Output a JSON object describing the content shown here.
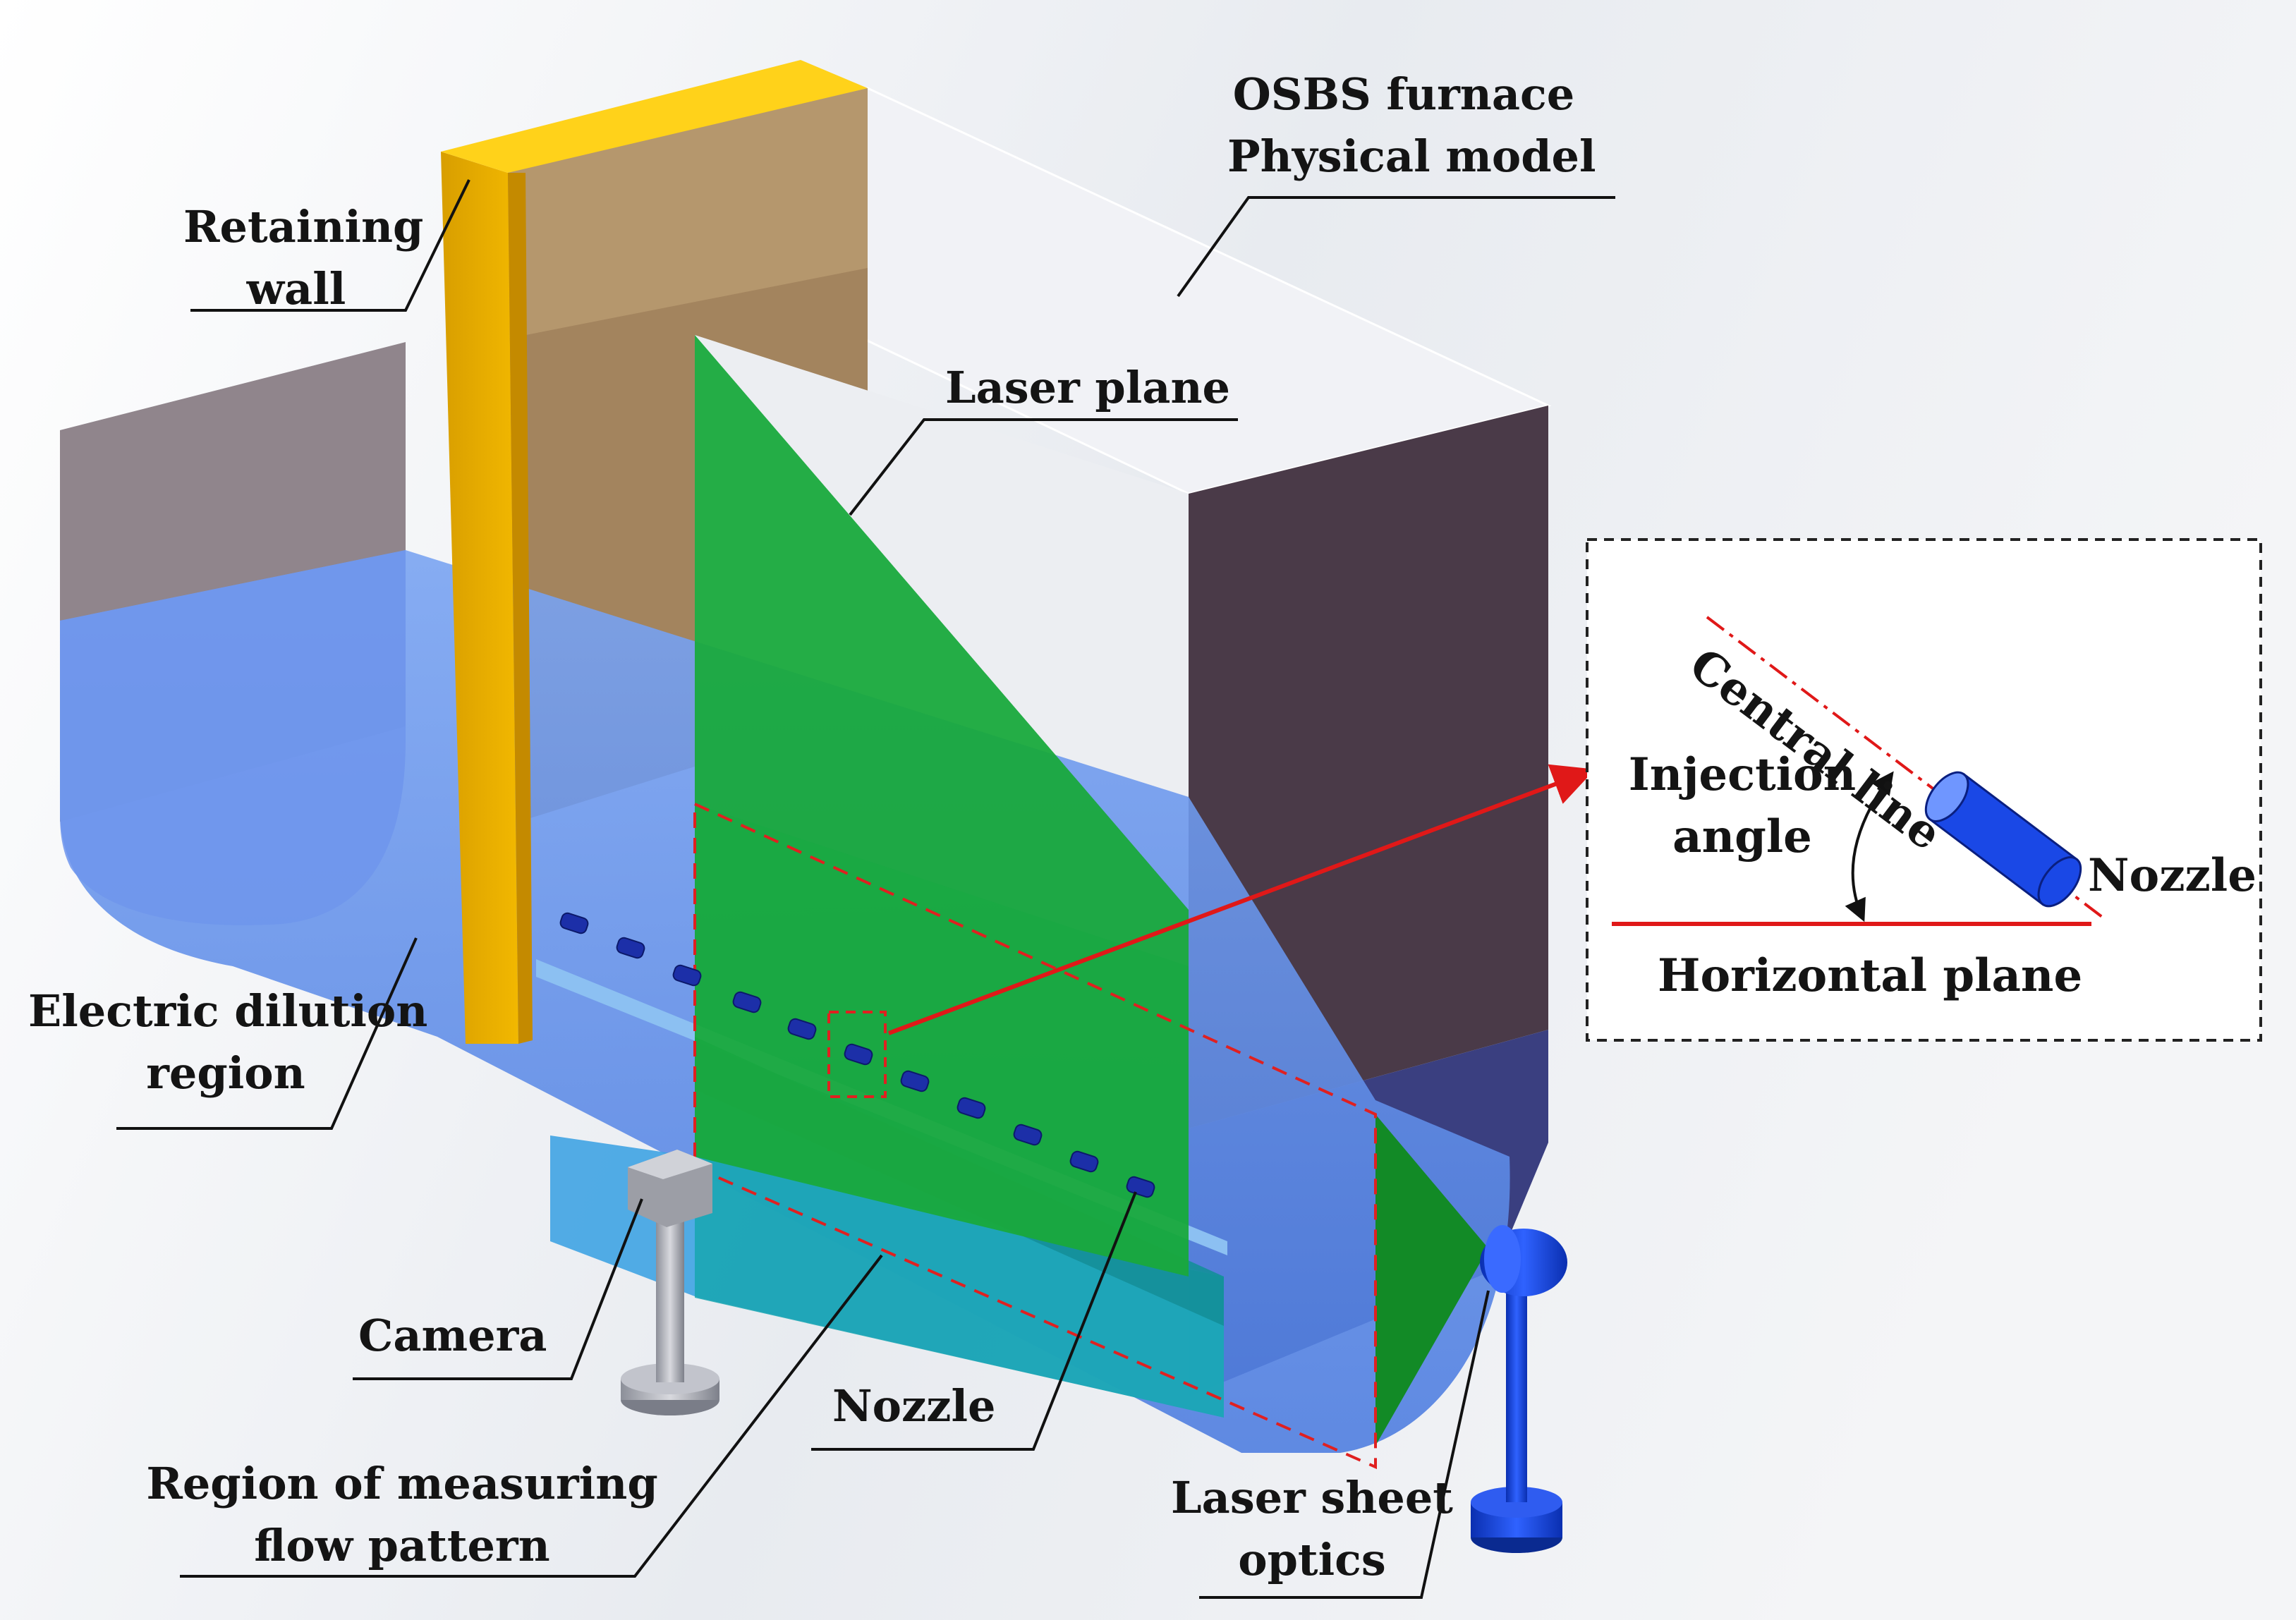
{
  "labels": {
    "retaining_wall": [
      "Retaining",
      "wall"
    ],
    "furnace": [
      "OSBS furnace",
      "Physical model"
    ],
    "laser_plane": "Laser plane",
    "electric_dilution": [
      "Electric dilution",
      "region"
    ],
    "camera": "Camera",
    "nozzle": "Nozzle",
    "region_measuring": [
      "Region of measuring",
      "flow pattern"
    ],
    "laser_optics": [
      "Laser sheet",
      "optics"
    ]
  },
  "inset": {
    "central_line": "Central line",
    "injection_angle": [
      "Injection",
      "angle"
    ],
    "nozzle": "Nozzle",
    "horizontal_plane": "Horizontal plane"
  },
  "colors": {
    "retaining_wall": "#f0b400",
    "laser_plane": "#19a93c",
    "measuring_region_outline": "#e02020",
    "nozzle": "#1540d8",
    "furnace_end_wall": "#4a3a48",
    "liquid": "#5b86e6"
  },
  "icons": [
    "camera-icon",
    "laser-optics-icon",
    "nozzle-icon",
    "arrow-icon"
  ]
}
